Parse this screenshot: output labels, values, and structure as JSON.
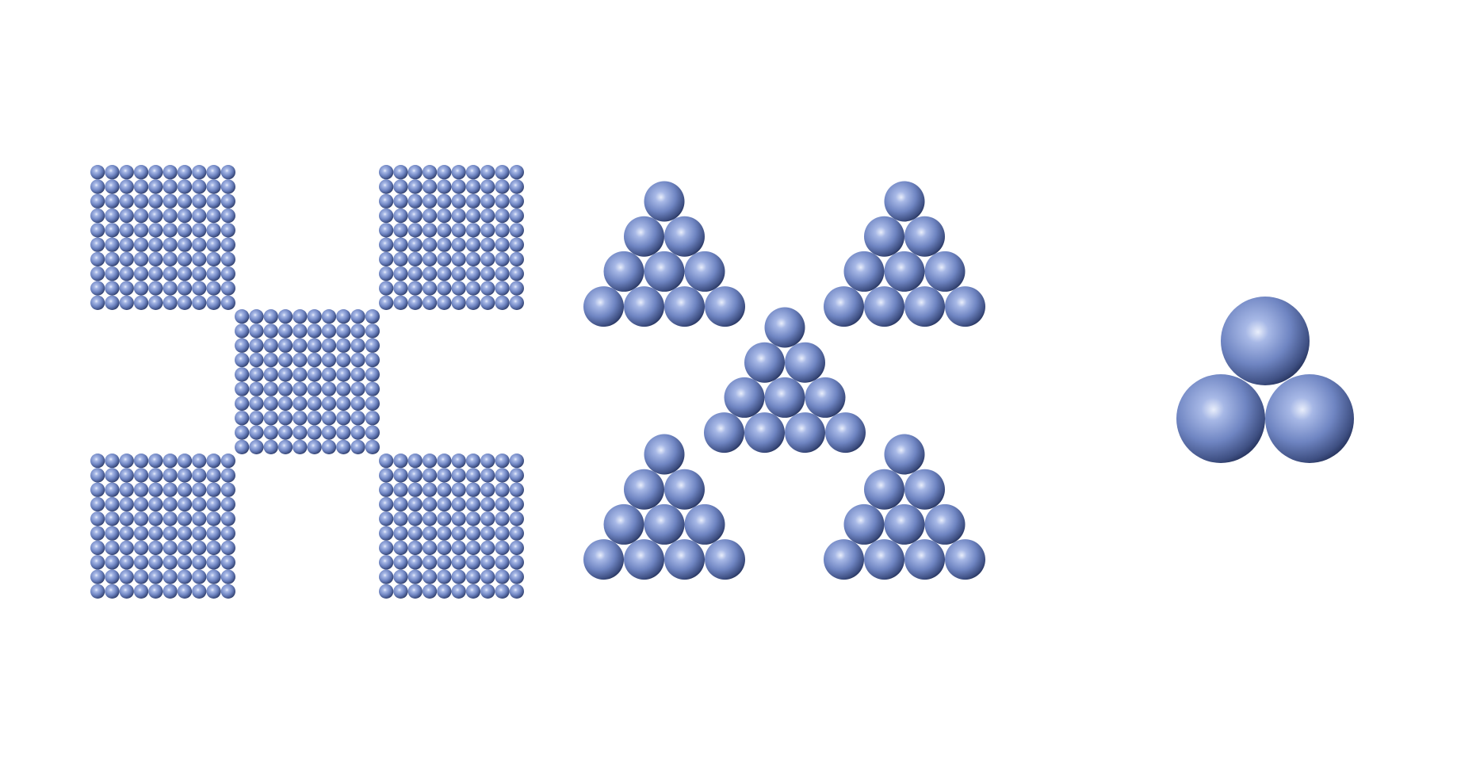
{
  "figure": {
    "background": "#ffffff",
    "sphere_colors": {
      "highlight": "#e9eefb",
      "light": "#a7b8e6",
      "base": "#6f85c2",
      "shadow": "#3e4f82",
      "edge": "#26335c"
    },
    "panels": [
      {
        "name": "square-lattice-cross",
        "blocks": 5,
        "block_arrangement": "x-pattern",
        "grid_per_block": [
          10,
          10
        ]
      },
      {
        "name": "triangle-cluster-cross",
        "blocks": 5,
        "block_arrangement": "x-pattern",
        "rows_per_triangle": 4
      },
      {
        "name": "three-sphere-cluster",
        "spheres": 3,
        "arrangement": "triangle"
      }
    ]
  }
}
